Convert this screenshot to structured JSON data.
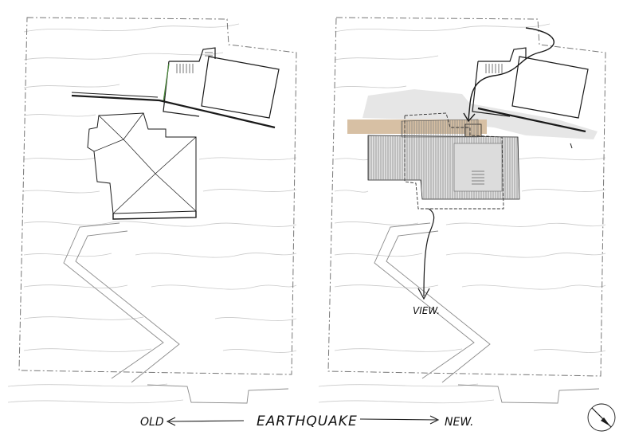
{
  "caption": {
    "left_label": "OLD",
    "center_label": "EARTHQUAKE",
    "right_label": "NEW."
  },
  "annotations": {
    "view_label": "VIEW."
  },
  "icons": {
    "north_arrow": "north-arrow-icon"
  },
  "colors": {
    "background": "#ffffff",
    "linework": "#1a1a1a",
    "contours": "#c9c9c9",
    "deck_timber": "#d7c0a4",
    "footprint_fill": "#e6e6e6",
    "landscape_green": "#4a8a3a"
  }
}
